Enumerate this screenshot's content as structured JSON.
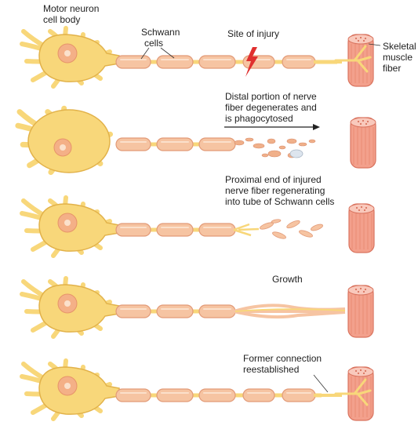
{
  "labels": {
    "motor_neuron": [
      "Motor neuron",
      "cell body"
    ],
    "schwann": [
      "Schwann",
      "cells"
    ],
    "injury": "Site of injury",
    "skeletal": [
      "Skeletal",
      "muscle",
      "fiber"
    ],
    "distal": [
      "Distal portion of nerve",
      "fiber degenerates and",
      "is phagocytosed"
    ],
    "proximal": [
      "Proximal end of injured",
      "nerve fiber regenerating",
      "into tube of Schwann cells"
    ],
    "growth": "Growth",
    "former": [
      "Former connection",
      "reestablished"
    ]
  },
  "colors": {
    "neuron_fill": "#f8d77a",
    "neuron_edge": "#e2b24a",
    "nucleus": "#f4b087",
    "schwann_fill": "#f6c4a2",
    "schwann_edge": "#e29a77",
    "muscle_fill": "#f3a08c",
    "muscle_edge": "#d9735e",
    "muscle_stripe": "#e7866f",
    "bolt": "#e0302f",
    "debris": "#f0b08a"
  }
}
